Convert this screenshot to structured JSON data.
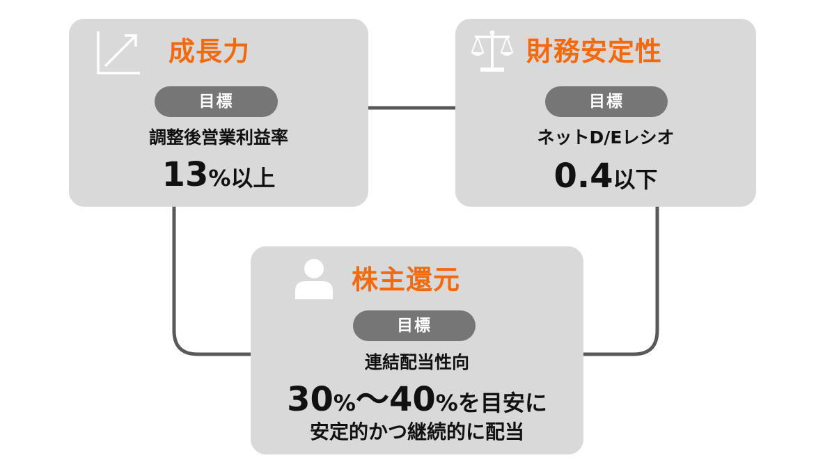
{
  "colors": {
    "card_background": "#d9d9d9",
    "title_accent": "#f26a0f",
    "pill_background": "#767676",
    "connector": "#595959"
  },
  "cards": {
    "growth": {
      "icon": "growth-arrow-icon",
      "title": "成長力",
      "goal_label": "目標",
      "metric": "調整後営業利益率",
      "target_number": "13",
      "target_unit": "%",
      "target_suffix": "以上"
    },
    "finance": {
      "icon": "balance-scale-icon",
      "title": "財務安定性",
      "goal_label": "目標",
      "metric": "ネットD/Eレシオ",
      "target_number": "0.4",
      "target_suffix": "以下"
    },
    "return": {
      "icon": "person-icon",
      "title": "株主還元",
      "goal_label": "目標",
      "metric": "連結配当性向",
      "target_from": "30",
      "target_unit_from": "%",
      "target_sep": "～",
      "target_to": "40",
      "target_unit_to": "%",
      "target_suffix": "を目安に",
      "note": "安定的かつ継続的に配当"
    }
  }
}
